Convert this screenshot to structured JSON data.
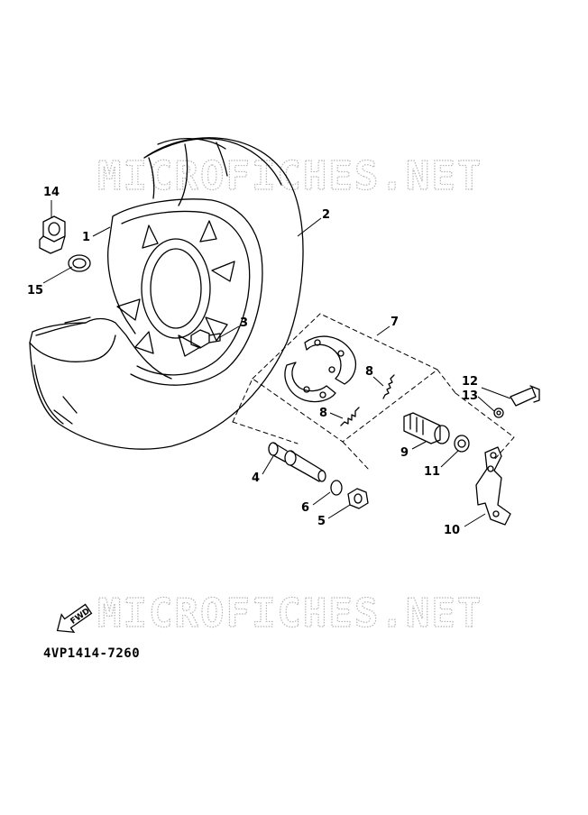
{
  "diagram": {
    "drawing_code": "4VP1414-7260",
    "watermark": "MICROFICHES.NET",
    "fwd_label": "FWD",
    "callouts": [
      "14",
      "1",
      "2",
      "15",
      "3",
      "7",
      "8",
      "12",
      "13",
      "8",
      "9",
      "4",
      "11",
      "6",
      "5",
      "10"
    ]
  }
}
